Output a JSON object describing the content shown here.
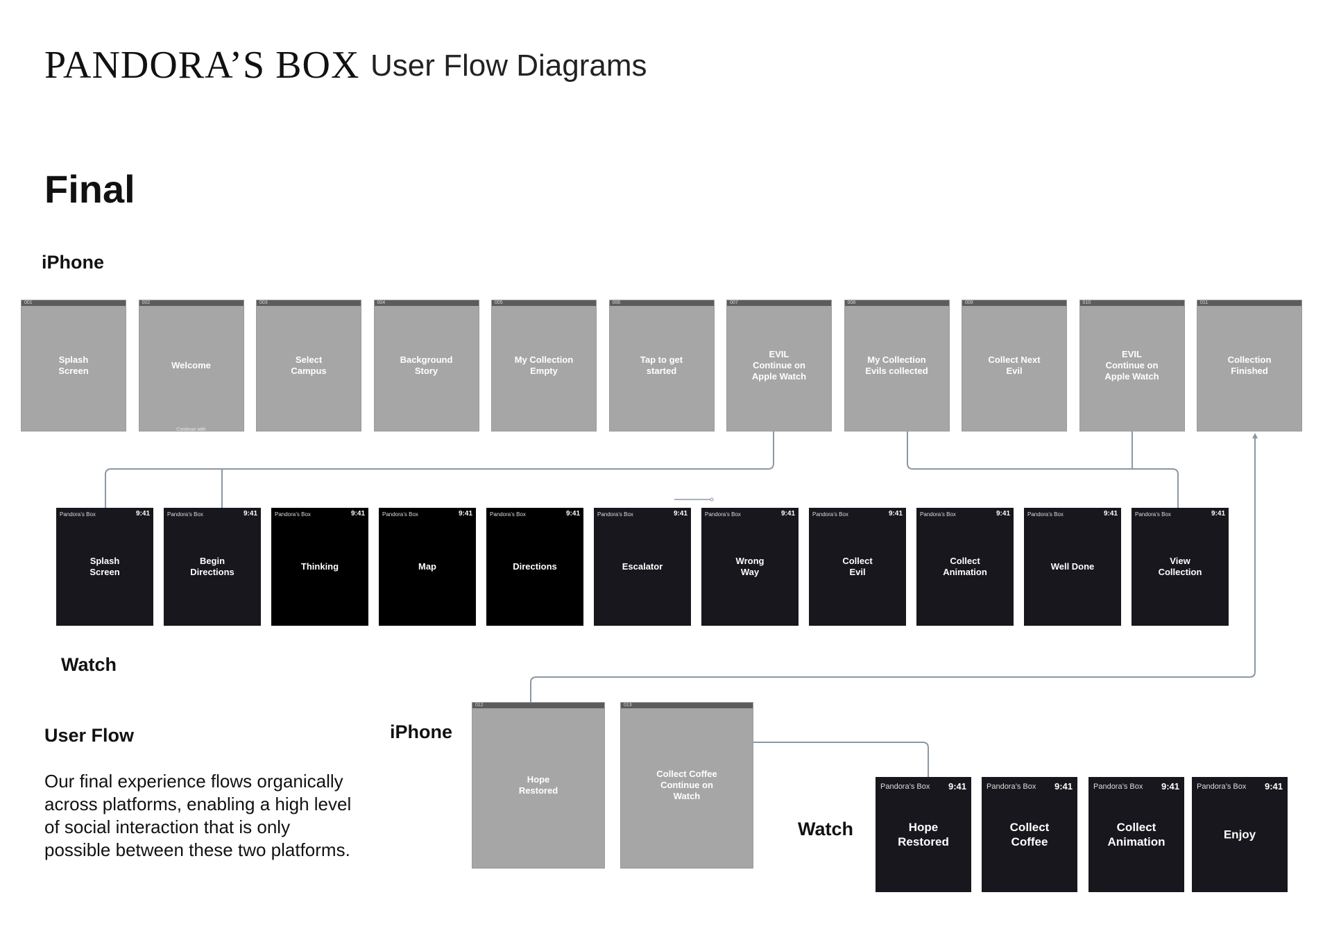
{
  "header": {
    "brand": "PANDORA’S BOX",
    "subtitle": "User Flow Diagrams"
  },
  "section_title": "Final",
  "labels": {
    "iphone_top": "iPhone",
    "watch_top": "Watch",
    "iphone_bottom": "iPhone",
    "watch_bottom": "Watch"
  },
  "user_flow": {
    "title": "User Flow",
    "body": "Our final experience flows organically across platforms, enabling a high level of social interaction that is only possible between these two platforms."
  },
  "iphone_screens": [
    {
      "num": "001",
      "label": "Splash\nScreen"
    },
    {
      "num": "002",
      "label": "Welcome",
      "foot": "Continue with"
    },
    {
      "num": "003",
      "label": "Select\nCampus"
    },
    {
      "num": "004",
      "label": "Background\nStory"
    },
    {
      "num": "005",
      "label": "My Collection\nEmpty"
    },
    {
      "num": "006",
      "label": "Tap to get\nstarted"
    },
    {
      "num": "007",
      "label": "EVIL\nContinue on\nApple Watch"
    },
    {
      "num": "008",
      "label": "My Collection\nEvils collected"
    },
    {
      "num": "009",
      "label": "Collect Next\nEvil"
    },
    {
      "num": "010",
      "label": "EVIL\nContinue on\nApple Watch"
    },
    {
      "num": "011",
      "label": "Collection\nFinished"
    }
  ],
  "watch_screens": [
    {
      "app": "Pandora’s Box",
      "time": "9:41",
      "label": "Splash\nScreen"
    },
    {
      "app": "Pandora’s Box",
      "time": "9:41",
      "label": "Begin\nDirections"
    },
    {
      "app": "Pandora’s Box",
      "time": "9:41",
      "label": "Thinking"
    },
    {
      "app": "Pandora’s Box",
      "time": "9:41",
      "label": "Map"
    },
    {
      "app": "Pandora’s Box",
      "time": "9:41",
      "label": "Directions"
    },
    {
      "app": "Pandora’s Box",
      "time": "9:41",
      "label": "Escalator"
    },
    {
      "app": "Pandora’s Box",
      "time": "9:41",
      "label": "Wrong\nWay"
    },
    {
      "app": "Pandora’s Box",
      "time": "9:41",
      "label": "Collect\nEvil"
    },
    {
      "app": "Pandora’s Box",
      "time": "9:41",
      "label": "Collect\nAnimation"
    },
    {
      "app": "Pandora’s Box",
      "time": "9:41",
      "label": "Well Done"
    },
    {
      "app": "Pandora’s Box",
      "time": "9:41",
      "label": "View\nCollection"
    }
  ],
  "iphone_screens_bottom": [
    {
      "num": "012",
      "label": "Hope\nRestored"
    },
    {
      "num": "013",
      "label": "Collect Coffee\nContinue on\nWatch"
    }
  ],
  "watch_screens_bottom": [
    {
      "app": "Pandora’s Box",
      "time": "9:41",
      "label": "Hope\nRestored"
    },
    {
      "app": "Pandora’s Box",
      "time": "9:41",
      "label": "Collect\nCoffee"
    },
    {
      "app": "Pandora’s Box",
      "time": "9:41",
      "label": "Collect\nAnimation"
    },
    {
      "app": "Pandora’s Box",
      "time": "9:41",
      "label": "Enjoy"
    }
  ],
  "colors": {
    "iphone_gray": "#a6a6a6",
    "watch_dark": "#17171d",
    "connector": "#8a97a6"
  }
}
